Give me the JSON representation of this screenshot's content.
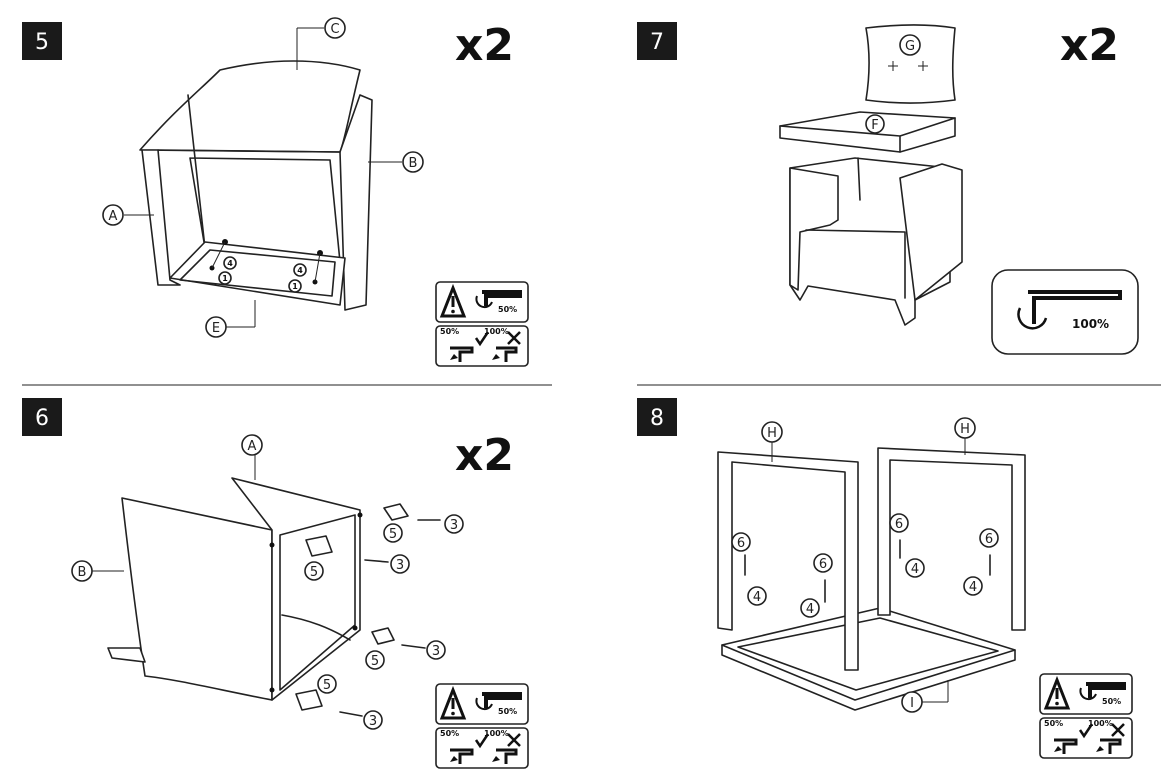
{
  "steps": {
    "s5": {
      "number": "5",
      "multiplier": "x2",
      "parts": {
        "c": "C",
        "b": "B",
        "a": "A",
        "e": "E"
      },
      "hw": {
        "four_a": "4",
        "one_a": "1",
        "four_b": "4",
        "one_b": "1"
      }
    },
    "s6": {
      "number": "6",
      "multiplier": "x2",
      "parts": {
        "a": "A",
        "b": "B"
      },
      "hw": {
        "five_1": "5",
        "five_2": "5",
        "five_3": "5",
        "five_4": "5",
        "three_1": "3",
        "three_2": "3",
        "three_3": "3",
        "three_4": "3"
      }
    },
    "s7": {
      "number": "7",
      "multiplier": "x2",
      "parts": {
        "g": "G",
        "f": "F"
      },
      "torque": "100%"
    },
    "s8": {
      "number": "8",
      "parts": {
        "h1": "H",
        "h2": "H",
        "i": "I"
      },
      "hw": {
        "six_1": "6",
        "six_2": "6",
        "six_3": "6",
        "six_4": "6",
        "four_1": "4",
        "four_2": "4",
        "four_3": "4",
        "four_4": "4"
      }
    }
  },
  "warning_box": {
    "torque": "50%",
    "left": "50%",
    "right": "100%"
  },
  "icons": {
    "warning": "warning-triangle-icon",
    "allen_key": "allen-key-icon",
    "check": "check-icon",
    "cross": "cross-icon",
    "rotate": "rotate-icon"
  }
}
